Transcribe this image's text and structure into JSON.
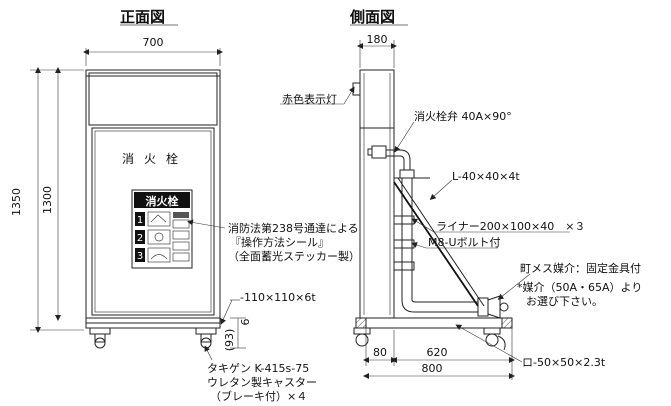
{
  "views": {
    "front_title": "正面図",
    "side_title": "側面図"
  },
  "front": {
    "dim_width": "700",
    "dim_total_height": "1350",
    "dim_body_height": "1300",
    "door_label": "消火栓",
    "sign_title": "消火栓",
    "sign_steps": [
      "1",
      "2",
      "3"
    ],
    "note_line1": "消防法第238号通達による",
    "note_line2": "『操作方法シール』",
    "note_line3": "（全面蓄光ステッカー製）",
    "leg_pipe": "-110×110×6t",
    "dim_leg_height": "(93)",
    "dim_leg_thickness": "6",
    "caster_line1": "タキゲン K-415s-75",
    "caster_line2": "ウレタン製キャスター",
    "caster_line3": "（ブレーキ付）×４"
  },
  "side": {
    "dim_depth": "180",
    "lamp_label": "赤色表示灯",
    "valve_label": "消火栓弁 40A×90°",
    "angle_label": "L-40×40×4t",
    "liner_label": "ライナー200×100×40　×３",
    "bolt_label": "M8-Uボルト付",
    "adapter_line1": "町メス媒介：固定金具付",
    "adapter_line2": "*媒介（50A・65A）より",
    "adapter_line3": "お選び下さい。",
    "dim_base_front": "80",
    "dim_base_rear": "620",
    "dim_base_total": "800",
    "base_pipe": "ロ-50×50×2.3t"
  }
}
